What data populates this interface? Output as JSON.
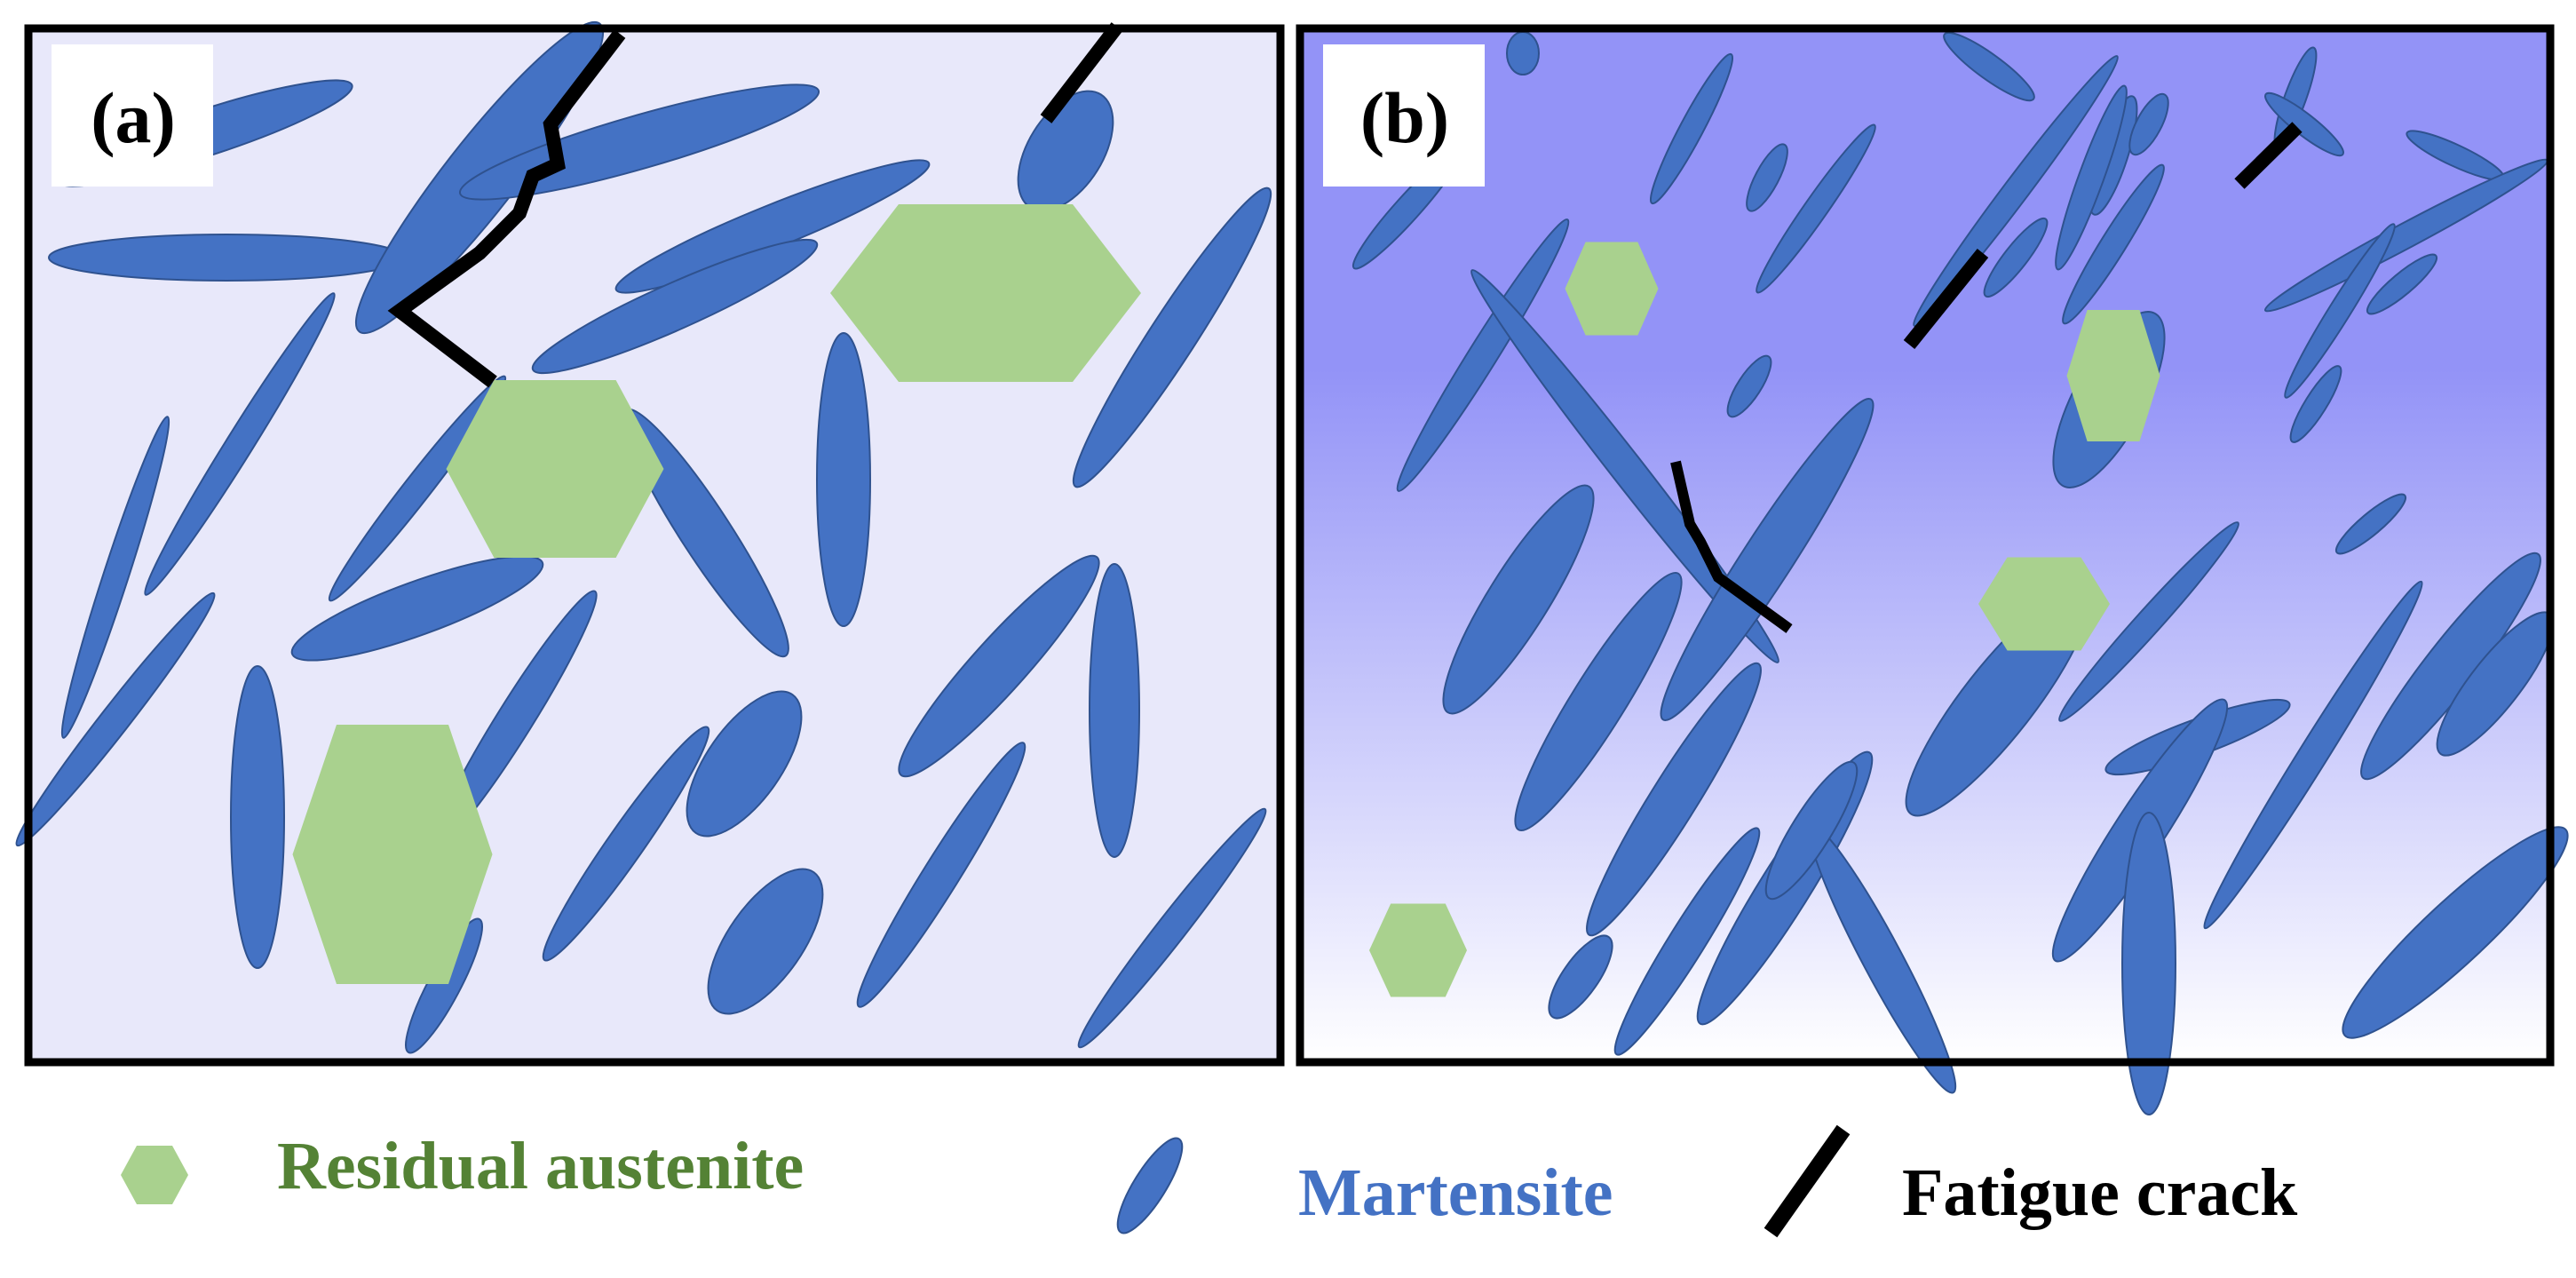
{
  "panels": [
    {
      "label": "(a)",
      "background": "#e8e8fa"
    },
    {
      "label": "(b)",
      "gradient": [
        "#9393f7",
        "#ffffff"
      ]
    }
  ],
  "legend": {
    "austenite_label": "Residual austenite",
    "martensite_label": "Martensite",
    "crack_label": "Fatigue crack"
  },
  "colors": {
    "martensite": "#4472c4",
    "martensite_stroke": "#2f528f",
    "austenite": "#a9d18e",
    "crack": "#000000",
    "frame": "#000000",
    "austenite_text": "#548235",
    "martensite_text": "#4472c4",
    "crack_text": "#000000"
  },
  "icons": {
    "austenite": "hexagon-icon",
    "martensite": "ellipse-icon",
    "crack": "crack-line-icon"
  }
}
